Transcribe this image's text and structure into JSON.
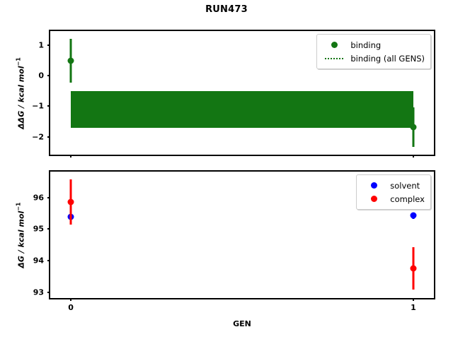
{
  "figure": {
    "title": "RUN473",
    "xlabel": "GEN",
    "background": "#ffffff"
  },
  "colors": {
    "binding": "#137613",
    "solvent": "#0000ff",
    "complex": "#ff0000",
    "axis": "#000000"
  },
  "top_panel": {
    "ylabel_main": "ΔΔG / kcal mol",
    "ylabel_sup": "−1",
    "yticks": [
      "1",
      "0",
      "−1",
      "−2"
    ],
    "legend": [
      {
        "label": "binding",
        "marker": "filled-circle",
        "color": "#137613"
      },
      {
        "label": "binding (all GENS)",
        "marker": "dotted-line",
        "color": "#137613"
      }
    ]
  },
  "bottom_panel": {
    "ylabel_main": "ΔG / kcal mol",
    "ylabel_sup": "−1",
    "yticks": [
      "96",
      "95",
      "94",
      "93"
    ],
    "legend": [
      {
        "label": "solvent",
        "marker": "filled-circle",
        "color": "#0000ff"
      },
      {
        "label": "complex",
        "marker": "filled-circle",
        "color": "#ff0000"
      }
    ]
  },
  "xticks": [
    "0",
    "1"
  ],
  "chart_data": [
    {
      "type": "scatter",
      "panel": "top",
      "title": "RUN473",
      "xlabel": "",
      "ylabel": "ΔΔG / kcal mol⁻¹",
      "xlim": [
        -0.06,
        1.06
      ],
      "ylim": [
        -2.58,
        1.45
      ],
      "xticks": [
        0,
        1
      ],
      "yticks": [
        1,
        0,
        -1,
        -2
      ],
      "grid": false,
      "legend_position": "upper right",
      "series": [
        {
          "name": "binding",
          "color": "#137613",
          "x": [
            0,
            1
          ],
          "values": [
            0.48,
            -1.68
          ],
          "yerr": [
            0.71,
            0.64
          ]
        },
        {
          "name": "binding (all GENS)",
          "color": "#137613",
          "style": "dotted",
          "note": "dense band of per-GEN dotted traces spanning the full x range",
          "band_x": [
            0,
            1
          ],
          "band_ymin": -1.7,
          "band_ymax": -0.5
        }
      ]
    },
    {
      "type": "scatter",
      "panel": "bottom",
      "xlabel": "GEN",
      "ylabel": "ΔG / kcal mol⁻¹",
      "xlim": [
        -0.06,
        1.06
      ],
      "ylim": [
        92.82,
        96.82
      ],
      "xticks": [
        0,
        1
      ],
      "yticks": [
        96,
        95,
        94,
        93
      ],
      "grid": false,
      "legend_position": "upper right",
      "series": [
        {
          "name": "solvent",
          "color": "#0000ff",
          "x": [
            0,
            1
          ],
          "values": [
            95.38,
            95.43
          ],
          "yerr": [
            0.09,
            0.1
          ]
        },
        {
          "name": "complex",
          "color": "#ff0000",
          "x": [
            0,
            1
          ],
          "values": [
            95.86,
            93.76
          ],
          "yerr": [
            0.72,
            0.68
          ]
        }
      ]
    }
  ]
}
